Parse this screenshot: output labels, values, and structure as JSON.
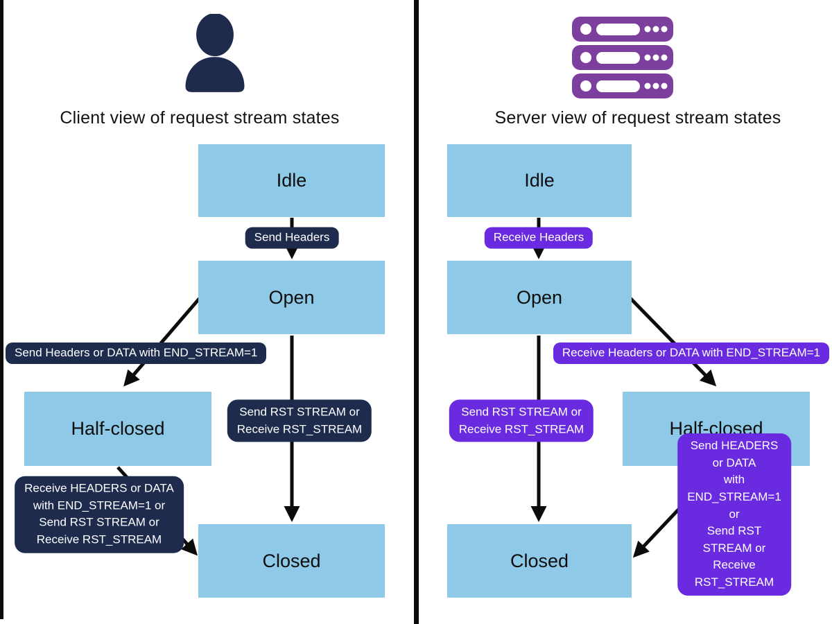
{
  "colors": {
    "navy_label": "#1e2b4d",
    "state_blue": "#8ecae8",
    "violet_label": "#6a2be0",
    "server_icon_purple": "#7c3f9e",
    "arrow_black": "#0b0b0b",
    "background": "#ffffff"
  },
  "client": {
    "title": "Client view of request stream states",
    "icon": "person",
    "states": {
      "idle": "Idle",
      "open": "Open",
      "half_closed": "Half-closed",
      "closed": "Closed"
    },
    "transitions": {
      "idle_to_open": "Send Headers",
      "open_to_half_closed": "Send Headers or DATA with END_STREAM=1",
      "open_to_closed": "Send RST STREAM or\nReceive RST_STREAM",
      "half_closed_to_closed": "Receive HEADERS or DATA\nwith END_STREAM=1 or\nSend RST STREAM or\nReceive RST_STREAM"
    }
  },
  "server": {
    "title": "Server view of request stream states",
    "icon": "server-rack",
    "states": {
      "idle": "Idle",
      "open": "Open",
      "half_closed": "Half-closed",
      "closed": "Closed"
    },
    "transitions": {
      "idle_to_open": "Receive Headers",
      "open_to_half_closed": "Receive Headers or DATA with END_STREAM=1",
      "open_to_closed": "Send RST STREAM or\nReceive RST_STREAM",
      "half_closed_to_closed": "Send HEADERS or DATA\nwith END_STREAM=1 or\nSend RST STREAM or\nReceive RST_STREAM"
    }
  }
}
